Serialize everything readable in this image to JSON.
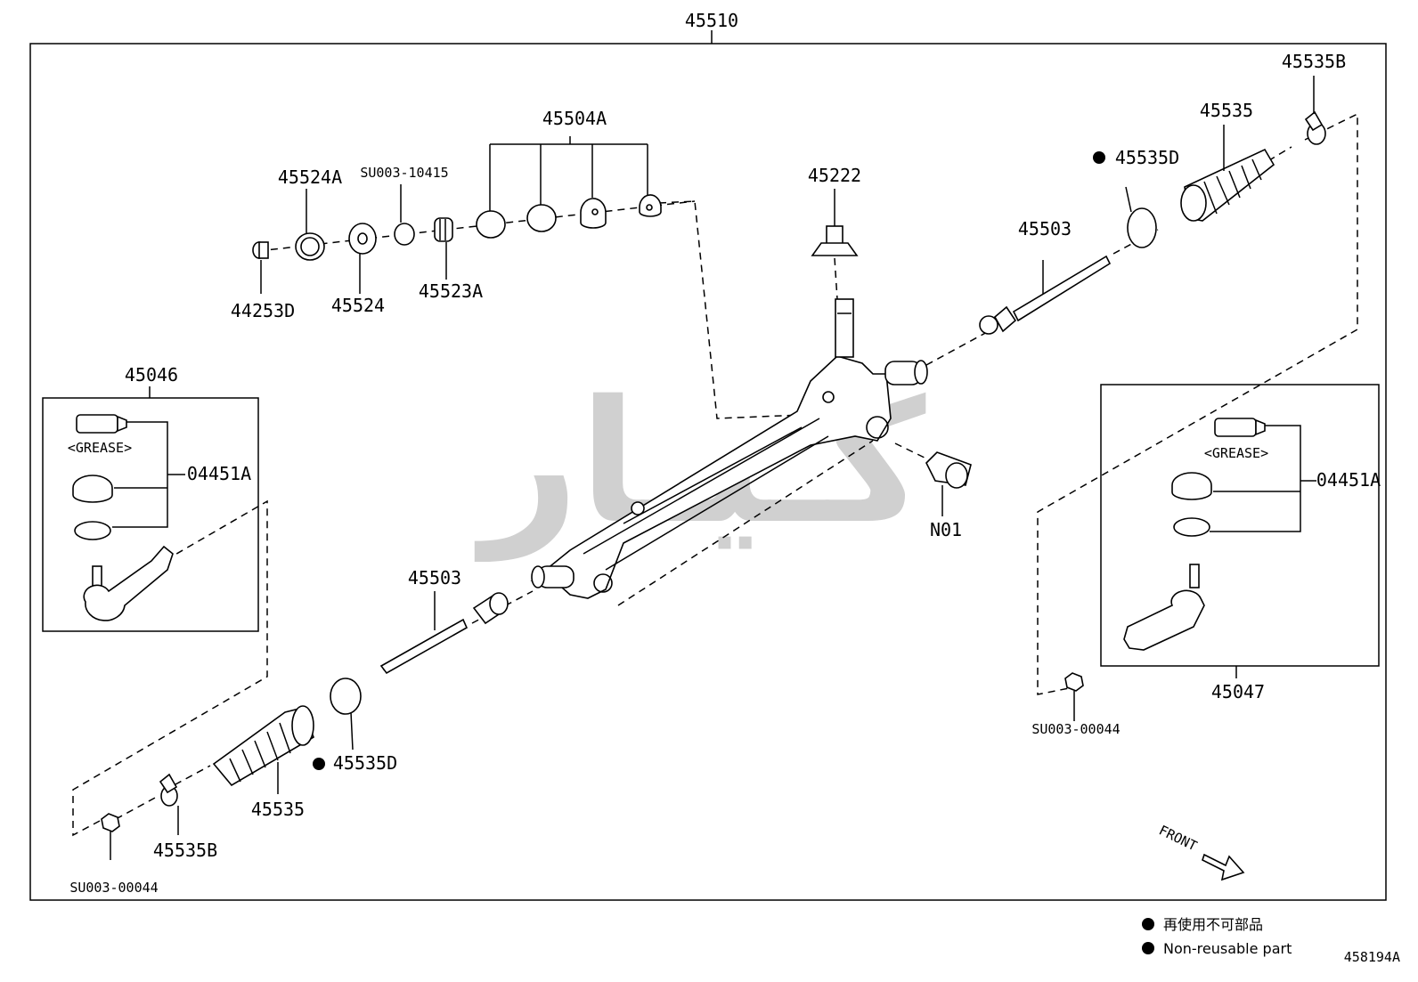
{
  "diagram": {
    "assembly_label": "45510",
    "drawing_number": "458194A",
    "part_labels": {
      "p45504a": "45504A",
      "p45524a": "45524A",
      "pSU00310415": "SU003-10415",
      "p44253d": "44253D",
      "p45524": "45524",
      "p45523a": "45523A",
      "p45222": "45222",
      "p45535b_right": "45535B",
      "p45535_right": "45535",
      "p45535d_right": "45535D",
      "p45503_right": "45503",
      "p45046": "45046",
      "p04451a_left": "04451A",
      "p45503_left": "45503",
      "pN01": "N01",
      "p04451a_right": "04451A",
      "p45535d_left": "45535D",
      "p45535_left": "45535",
      "p45535b_left": "45535B",
      "pSU00300044_left": "SU003-00044",
      "pSU00300044_right": "SU003-00044",
      "p45047": "45047"
    },
    "grease_left": "<GREASE>",
    "grease_right": "<GREASE>",
    "front_label": "FRONT",
    "legend": {
      "non_reusable_jp": "再使用不可部品",
      "non_reusable_en": "Non-reusable part"
    },
    "watermark": "كـيـار"
  }
}
